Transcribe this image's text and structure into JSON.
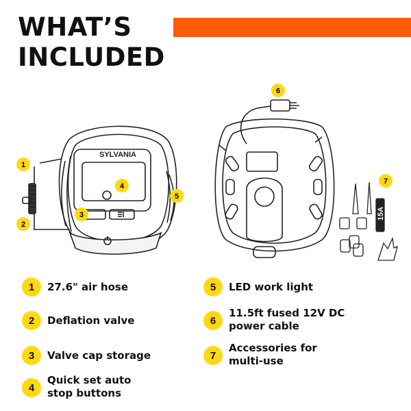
{
  "title": {
    "line1": "WHAT’S",
    "line2": "INCLUDED"
  },
  "colors": {
    "accent_bar": "#ff5a0a",
    "badge": "#ffd814",
    "text": "#111111",
    "background": "#ffffff"
  },
  "device": {
    "brand": "SYLVANIA"
  },
  "accessories": {
    "fuse_label": "15A"
  },
  "callouts": [
    "1",
    "2",
    "3",
    "4",
    "5",
    "6",
    "7"
  ],
  "legend": [
    {
      "num": "1",
      "lines": [
        "27.6\" air hose"
      ]
    },
    {
      "num": "2",
      "lines": [
        "Deflation valve"
      ]
    },
    {
      "num": "3",
      "lines": [
        "Valve cap storage"
      ]
    },
    {
      "num": "4",
      "lines": [
        "Quick set auto",
        "stop buttons"
      ]
    },
    {
      "num": "5",
      "lines": [
        "LED work light"
      ]
    },
    {
      "num": "6",
      "lines": [
        "11.5ft fused 12V DC",
        "power cable"
      ]
    },
    {
      "num": "7",
      "lines": [
        "Accessories for",
        "multi-use"
      ]
    }
  ]
}
